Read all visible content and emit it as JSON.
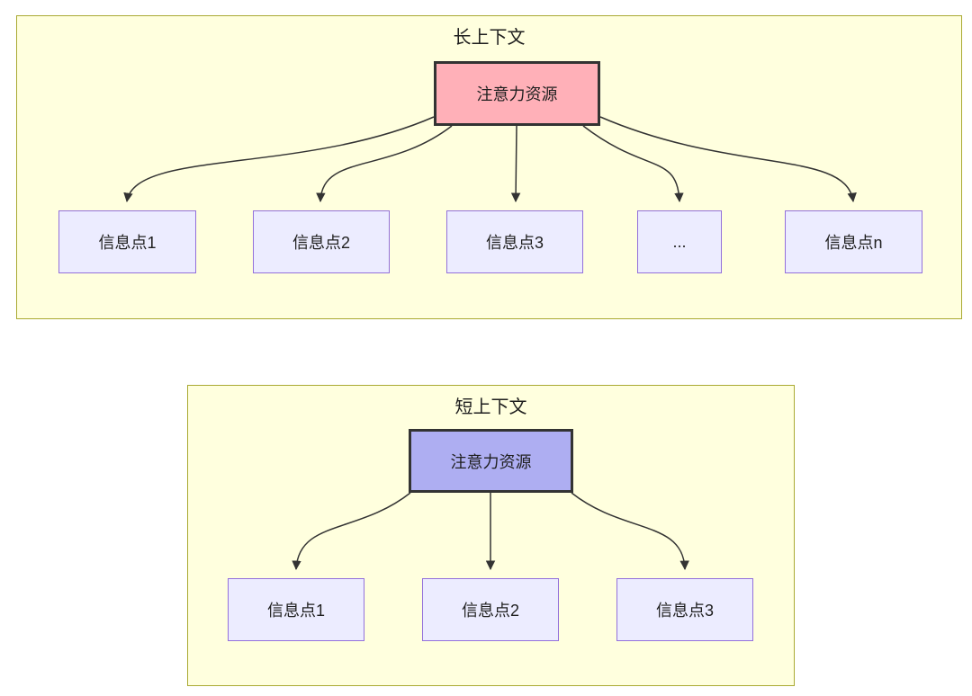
{
  "top": {
    "title": "长上下文",
    "root": {
      "label": "注意力资源",
      "fill": "#ffb0b8"
    },
    "nodes": [
      {
        "label": "信息点1"
      },
      {
        "label": "信息点2"
      },
      {
        "label": "信息点3"
      },
      {
        "label": "..."
      },
      {
        "label": "信息点n"
      }
    ]
  },
  "bottom": {
    "title": "短上下文",
    "root": {
      "label": "注意力资源",
      "fill": "#aeaef2"
    },
    "nodes": [
      {
        "label": "信息点1"
      },
      {
        "label": "信息点2"
      },
      {
        "label": "信息点3"
      }
    ]
  },
  "colors": {
    "cluster_fill": "#ffffde",
    "cluster_border": "#aaaa33",
    "leaf_fill": "#ececff",
    "leaf_border": "#9370db",
    "root_border": "#333333",
    "edge": "#333333",
    "text": "#1f1f1f"
  }
}
